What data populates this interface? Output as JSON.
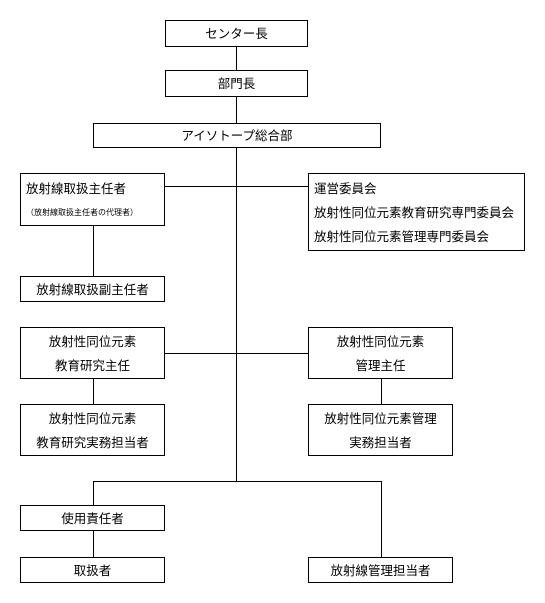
{
  "org_chart": {
    "center_director": "センター長",
    "department_head": "部門長",
    "isotope_department": "アイソトープ総合部",
    "chief_handler": "放射線取扱主任者",
    "chief_handler_deputy": "（放射線取扱主任者の代理者）",
    "committees": {
      "line1": "運営委員会",
      "line2": "放射性同位元素教育研究専門委員会",
      "line3": "放射性同位元素管理専門委員会"
    },
    "deputy_chief_handler": "放射線取扱副主任者",
    "education_research_chief": {
      "line1": "放射性同位元素",
      "line2": "教育研究主任"
    },
    "management_chief": {
      "line1": "放射性同位元素",
      "line2": "管理主任"
    },
    "education_research_staff": {
      "line1": "放射性同位元素",
      "line2": "教育研究実務担当者"
    },
    "management_staff": {
      "line1": "放射性同位元素管理",
      "line2": "実務担当者"
    },
    "user_manager": "使用責任者",
    "handler": "取扱者",
    "radiation_management_staff": "放射線管理担当者"
  }
}
